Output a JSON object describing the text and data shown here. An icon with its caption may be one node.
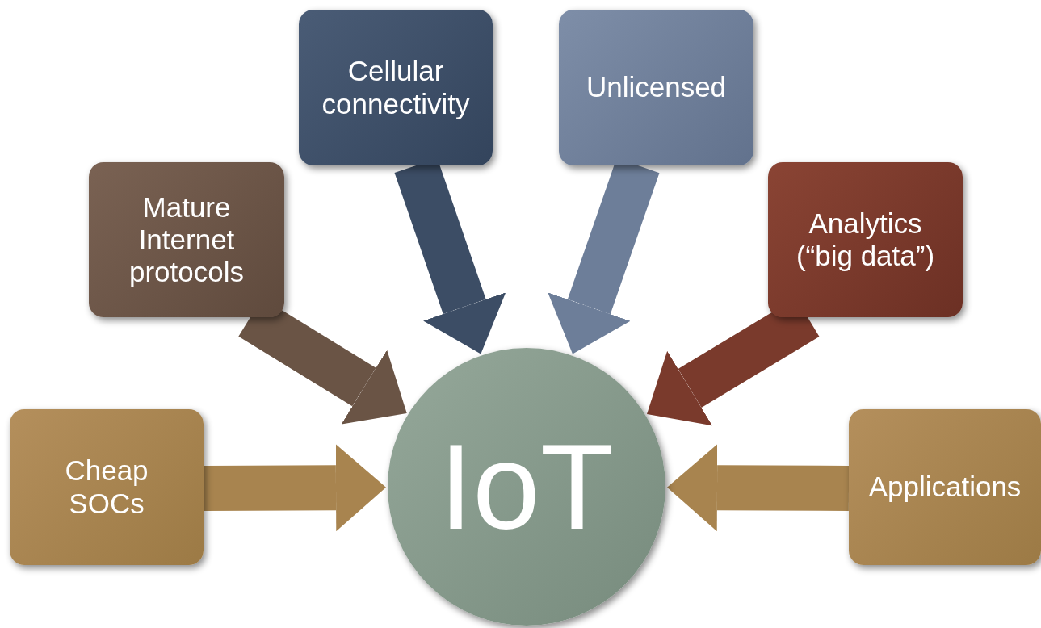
{
  "diagram": {
    "nodes": [
      {
        "text": [
          "Cheap SOCs"
        ]
      },
      {
        "text": [
          "Mature Internet protocols"
        ]
      },
      {
        "text": [
          "Cellular connectivity"
        ]
      },
      {
        "text": [
          "Unlicensed"
        ]
      },
      {
        "text": [
          "Analytics (“big data”)"
        ]
      },
      {
        "text": [
          "Applications"
        ]
      },
      {
        "text": [
          "IoT"
        ]
      }
    ],
    "edges": [
      {
        "from": 0,
        "to": 6,
        "arrow": "to",
        "color": "#a8844f"
      },
      {
        "from": 1,
        "to": 6,
        "arrow": "to",
        "color": "#6a5445"
      },
      {
        "from": 2,
        "to": 6,
        "arrow": "to",
        "color": "#3c4d65"
      },
      {
        "from": 3,
        "to": 6,
        "arrow": "to",
        "color": "#6d7e99"
      },
      {
        "from": 4,
        "to": 6,
        "arrow": "to",
        "color": "#7a3a2c"
      },
      {
        "from": 5,
        "to": 6,
        "arrow": "to",
        "color": "#a8844f"
      }
    ]
  }
}
